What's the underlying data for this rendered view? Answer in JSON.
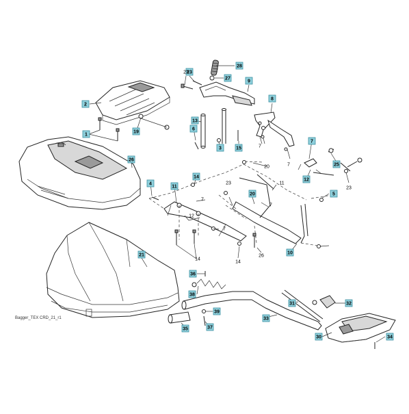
{
  "caption": "Bagger_TEX CRD_21_r1",
  "callouts": {
    "boxed": [
      "28",
      "27",
      "23",
      "9",
      "8",
      "2",
      "1",
      "19",
      "13",
      "6",
      "15",
      "3",
      "26",
      "7",
      "25",
      "12",
      "14",
      "4",
      "11",
      "20",
      "5",
      "10",
      "21",
      "36",
      "31",
      "32",
      "38",
      "39",
      "33",
      "35",
      "37",
      "30",
      "34"
    ],
    "plain": [
      "23",
      "7",
      "7",
      "20",
      "7",
      "23",
      "11",
      "7",
      "12",
      "7",
      "14",
      "14",
      "26",
      "23"
    ]
  }
}
